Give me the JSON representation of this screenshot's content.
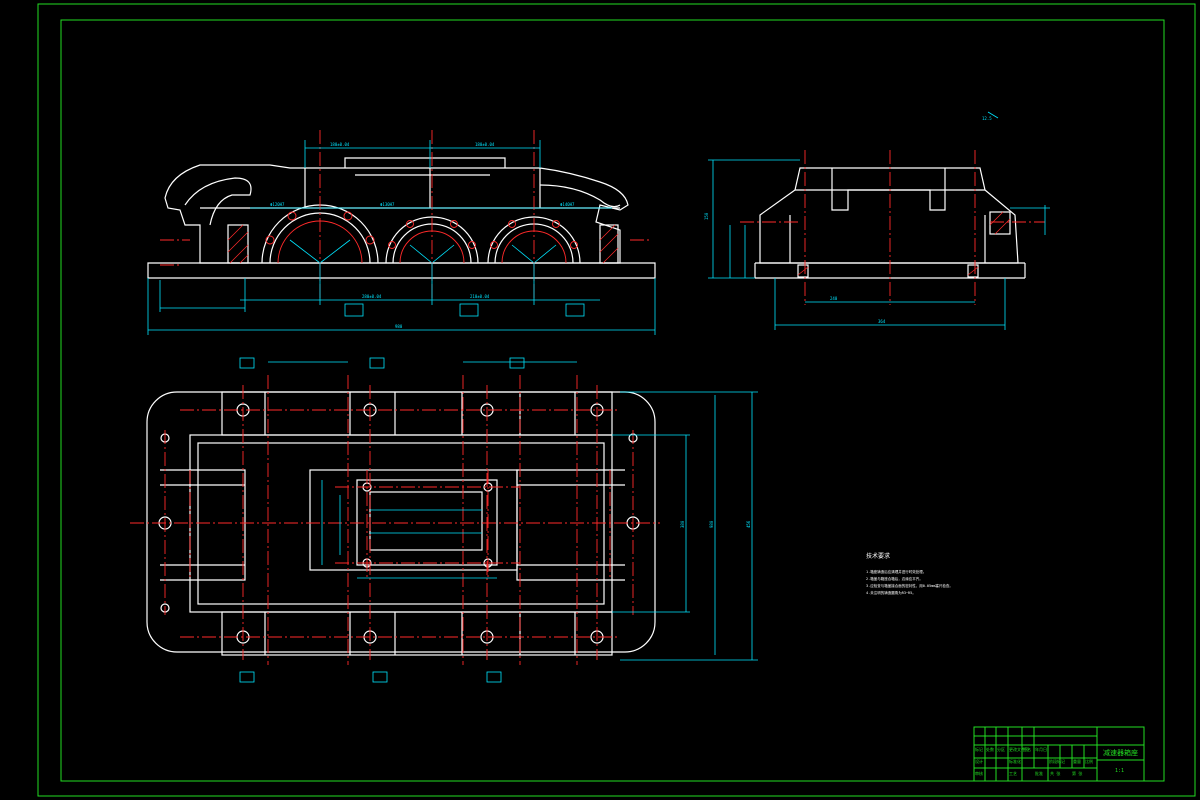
{
  "drawing": {
    "technical_notes": {
      "heading": "技术要求",
      "items": [
        "1.箱座铸造后应清理并进行时效处理。",
        "2.箱盖与箱座合箱后，边缘应平齐。",
        "3.应检查与箱盖接合面的密封性，用0.05mm塞尺检查。",
        "4.未注明的铸造圆角为R3~R5。"
      ]
    },
    "surface_finish_mark": "12.5",
    "title_block": {
      "drawing_title": "减速器箱座",
      "scale_label": "1:1",
      "header_cells": [
        "标记",
        "处数",
        "分区",
        "更改文件号",
        "签名",
        "年月日"
      ],
      "row_cells": [
        "设计",
        "标准化",
        "阶段标记",
        "重量",
        "比例"
      ],
      "row2_cells": [
        "审核",
        "工艺",
        "批准"
      ],
      "footer_cells": [
        "共 张",
        "第 张"
      ]
    },
    "dimensions_front": {
      "overall_length": "980",
      "top_lengths": [
        "180±0.04",
        "180±0.04"
      ],
      "bore_labels": [
        "Φ120H7",
        "Φ130H7",
        "Φ140H7"
      ],
      "center_distances": [
        "280±0.04",
        "210±0.04"
      ]
    },
    "dimensions_side": {
      "overall_width": "364",
      "inner_width": "240",
      "height": "150"
    },
    "dimensions_plan": {
      "overall_length": "980",
      "overall_width": "456",
      "inner_width": "380"
    }
  }
}
